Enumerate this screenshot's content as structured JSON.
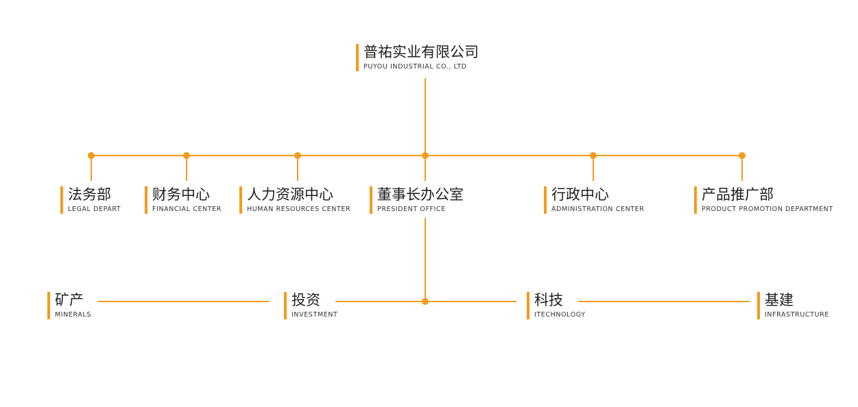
{
  "colors": {
    "accent": "#f59b1b",
    "text": "#1f1f1f"
  },
  "company": {
    "cn": "普祐实业有限公司",
    "en": "PUYOU INDUSTRIAL CO., LTD"
  },
  "departments": [
    {
      "cn": "法务部",
      "en": "LEGAL DEPART"
    },
    {
      "cn": "财务中心",
      "en": "FINANCIAL CENTER"
    },
    {
      "cn": "人力资源中心",
      "en": "HUMAN RESOURCES CENTER"
    },
    {
      "cn": "董事长办公室",
      "en": "PRESIDENT OFFICE"
    },
    {
      "cn": "行政中心",
      "en": "ADMINISTRATION CENTER"
    },
    {
      "cn": "产品推广部",
      "en": "PRODUCT PROMOTION DEPARTMENT"
    }
  ],
  "divisions": [
    {
      "cn": "矿产",
      "en": "MINERALS"
    },
    {
      "cn": "投资",
      "en": "INVESTMENT"
    },
    {
      "cn": "科技",
      "en": "ITECHNOLOGY"
    },
    {
      "cn": "基建",
      "en": "INFRASTRUCTURE"
    }
  ]
}
